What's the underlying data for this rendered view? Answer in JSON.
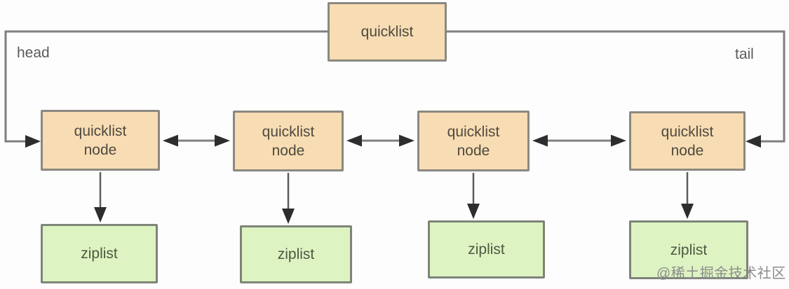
{
  "diagram": {
    "title": "quicklist",
    "head_label": "head",
    "tail_label": "tail",
    "nodes": [
      {
        "label": "quicklist\nnode"
      },
      {
        "label": "quicklist\nnode"
      },
      {
        "label": "quicklist\nnode"
      },
      {
        "label": "quicklist\nnode"
      }
    ],
    "ziplists": [
      {
        "label": "ziplist"
      },
      {
        "label": "ziplist"
      },
      {
        "label": "ziplist"
      },
      {
        "label": "ziplist"
      }
    ]
  },
  "watermark": "@稀土掘金技术社区",
  "colors": {
    "node_fill": "#f8dcb3",
    "node_border": "#8a8880",
    "ziplist_fill": "#ddf3c2",
    "ziplist_border": "#7e8478",
    "connector": "#7f7f7f",
    "down_line": "#5c5c5c",
    "arrowhead": "#2d2d2d",
    "label_text": "#4e4a40",
    "ziplist_text": "#4d5942",
    "annotation_text": "#5a5a5a",
    "watermark_text": "#8c8c8c"
  }
}
